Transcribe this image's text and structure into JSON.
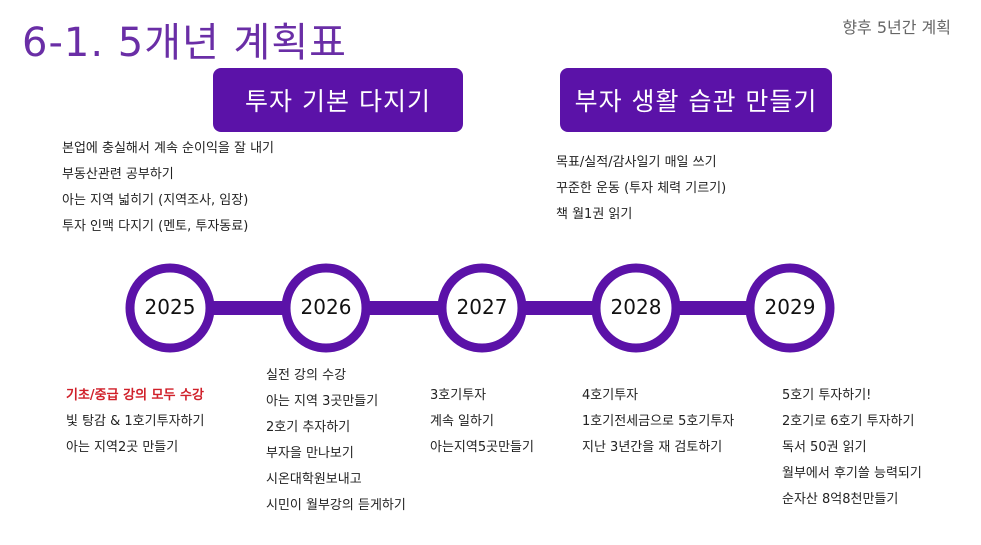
{
  "header": {
    "title": "6-1. 5개년 계획표",
    "subtitle": "향후 5년간 계획"
  },
  "phases": [
    {
      "label": "투자 기본 다지기"
    },
    {
      "label": "부자 생활 습관 만들기"
    }
  ],
  "top_lists": [
    {
      "items": [
        "본업에 충실해서 계속 순이익을 잘 내기",
        "부동산관련 공부하기",
        "아는 지역 넓히기 (지역조사, 임장)",
        "투자 인맥 다지기 (멘토, 투자동료)"
      ]
    },
    {
      "items": [
        "목표/실적/감사일기 매일 쓰기",
        "꾸준한 운동 (투자 체력 기르기)",
        "책 월1권 읽기"
      ]
    }
  ],
  "years": [
    {
      "label": "2025",
      "items": [
        "기초/중급 강의 모두 수강",
        "빛 탕감 & 1호기투자하기",
        "아는 지역2곳 만들기"
      ],
      "highlight_first": true
    },
    {
      "label": "2026",
      "items": [
        "실전 강의 수강",
        "아는 지역 3곳만들기",
        "2호기 추자하기",
        "부자을 만나보기",
        "시온대학원보내고",
        "시민이 월부강의 듣게하기"
      ]
    },
    {
      "label": "2027",
      "items": [
        "3호기투자",
        "계속 일하기",
        "아는지역5곳만들기"
      ]
    },
    {
      "label": "2028",
      "items": [
        "4호기투자",
        "1호기전세금으로 5호기투자",
        "지난 3년간을 재 검토하기"
      ]
    },
    {
      "label": "2029",
      "items": [
        "5호기 투자하기!",
        "2호기로 6호기 투자하기",
        "독서 50권 읽기",
        "월부에서 후기쓸 능력되기",
        "순자산 8억8천만들기"
      ]
    }
  ],
  "colors": {
    "accent": "#5b12a8",
    "title": "#6a2ea6",
    "highlight": "#d0202a"
  }
}
